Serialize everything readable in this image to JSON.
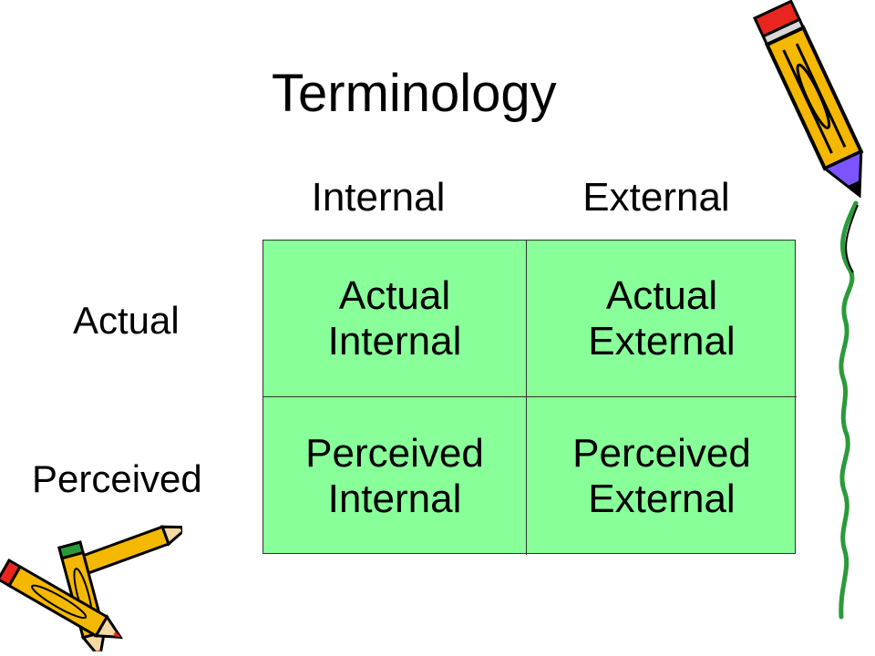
{
  "slide": {
    "title": "Terminology",
    "columns": [
      "Internal",
      "External"
    ],
    "rows": [
      "Actual",
      "Perceived"
    ],
    "cells": [
      [
        {
          "line1": "Actual",
          "line2": "Internal"
        },
        {
          "line1": "Actual",
          "line2": "External"
        }
      ],
      [
        {
          "line1": "Perceived",
          "line2": "Internal"
        },
        {
          "line1": "Perceived",
          "line2": "External"
        }
      ]
    ]
  },
  "colors": {
    "cell_fill": "#88ff99",
    "grid_border": "#333333",
    "pencil_body": "#f5b800",
    "pencil_tip": "#7a55ff",
    "eraser_red": "#e8261f",
    "band_green": "#2a9a3a"
  },
  "icons": [
    "pencil-clipart-icon",
    "pencils-clipart-icon",
    "squiggle-line-icon"
  ]
}
